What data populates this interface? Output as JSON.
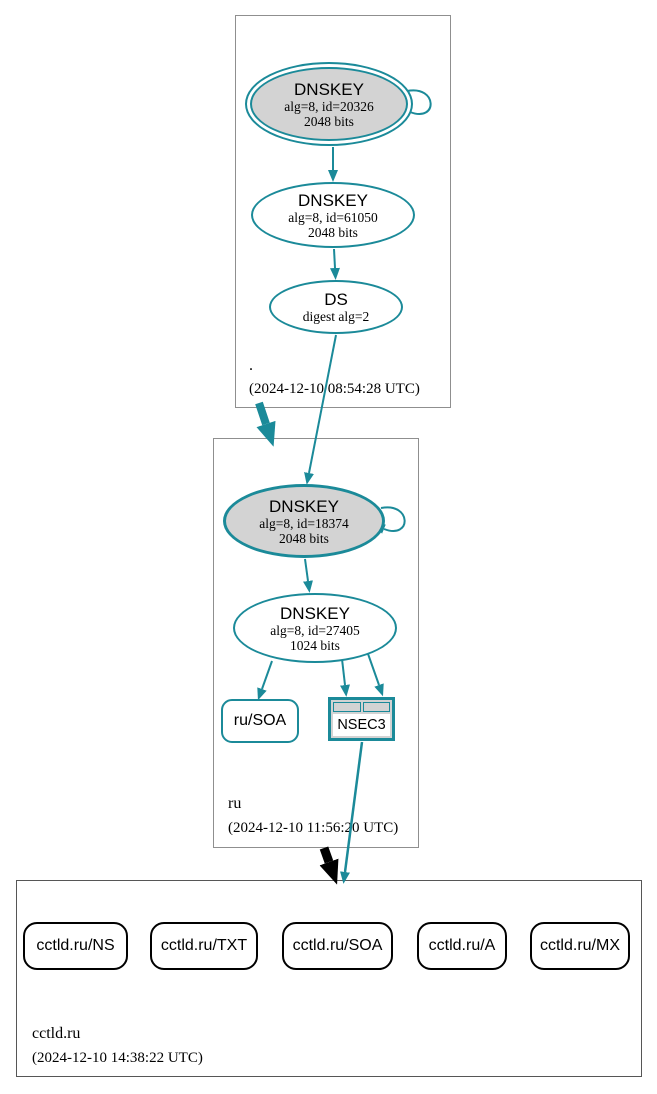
{
  "diagram": {
    "type": "dnssec-authentication-chain",
    "colors": {
      "secure_edge": "#1b8a99",
      "insecure_edge": "#000000",
      "key_fill": "#d3d3d3",
      "zone_border": "#8f8f8f",
      "bottom_zone_border": "#565656"
    },
    "zones": [
      {
        "name": ".",
        "timestamp": "(2024-12-10 08:54:28 UTC)"
      },
      {
        "name": "ru",
        "timestamp": "(2024-12-10 11:56:20 UTC)"
      },
      {
        "name": "cctld.ru",
        "timestamp": "(2024-12-10 14:38:22 UTC)"
      }
    ],
    "nodes": {
      "root_ksk": {
        "title": "DNSKEY",
        "detail": "alg=8, id=20326",
        "bits": "2048 bits"
      },
      "root_zsk": {
        "title": "DNSKEY",
        "detail": "alg=8, id=61050",
        "bits": "2048 bits"
      },
      "root_ds": {
        "title": "DS",
        "detail": "digest alg=2"
      },
      "ru_ksk": {
        "title": "DNSKEY",
        "detail": "alg=8, id=18374",
        "bits": "2048 bits"
      },
      "ru_zsk": {
        "title": "DNSKEY",
        "detail": "alg=8, id=27405",
        "bits": "1024 bits"
      },
      "ru_soa": {
        "label": "ru/SOA"
      },
      "nsec3": {
        "label": "NSEC3"
      },
      "cctld_rrsets": [
        {
          "label": "cctld.ru/NS"
        },
        {
          "label": "cctld.ru/TXT"
        },
        {
          "label": "cctld.ru/SOA"
        },
        {
          "label": "cctld.ru/A"
        },
        {
          "label": "cctld.ru/MX"
        }
      ]
    }
  }
}
